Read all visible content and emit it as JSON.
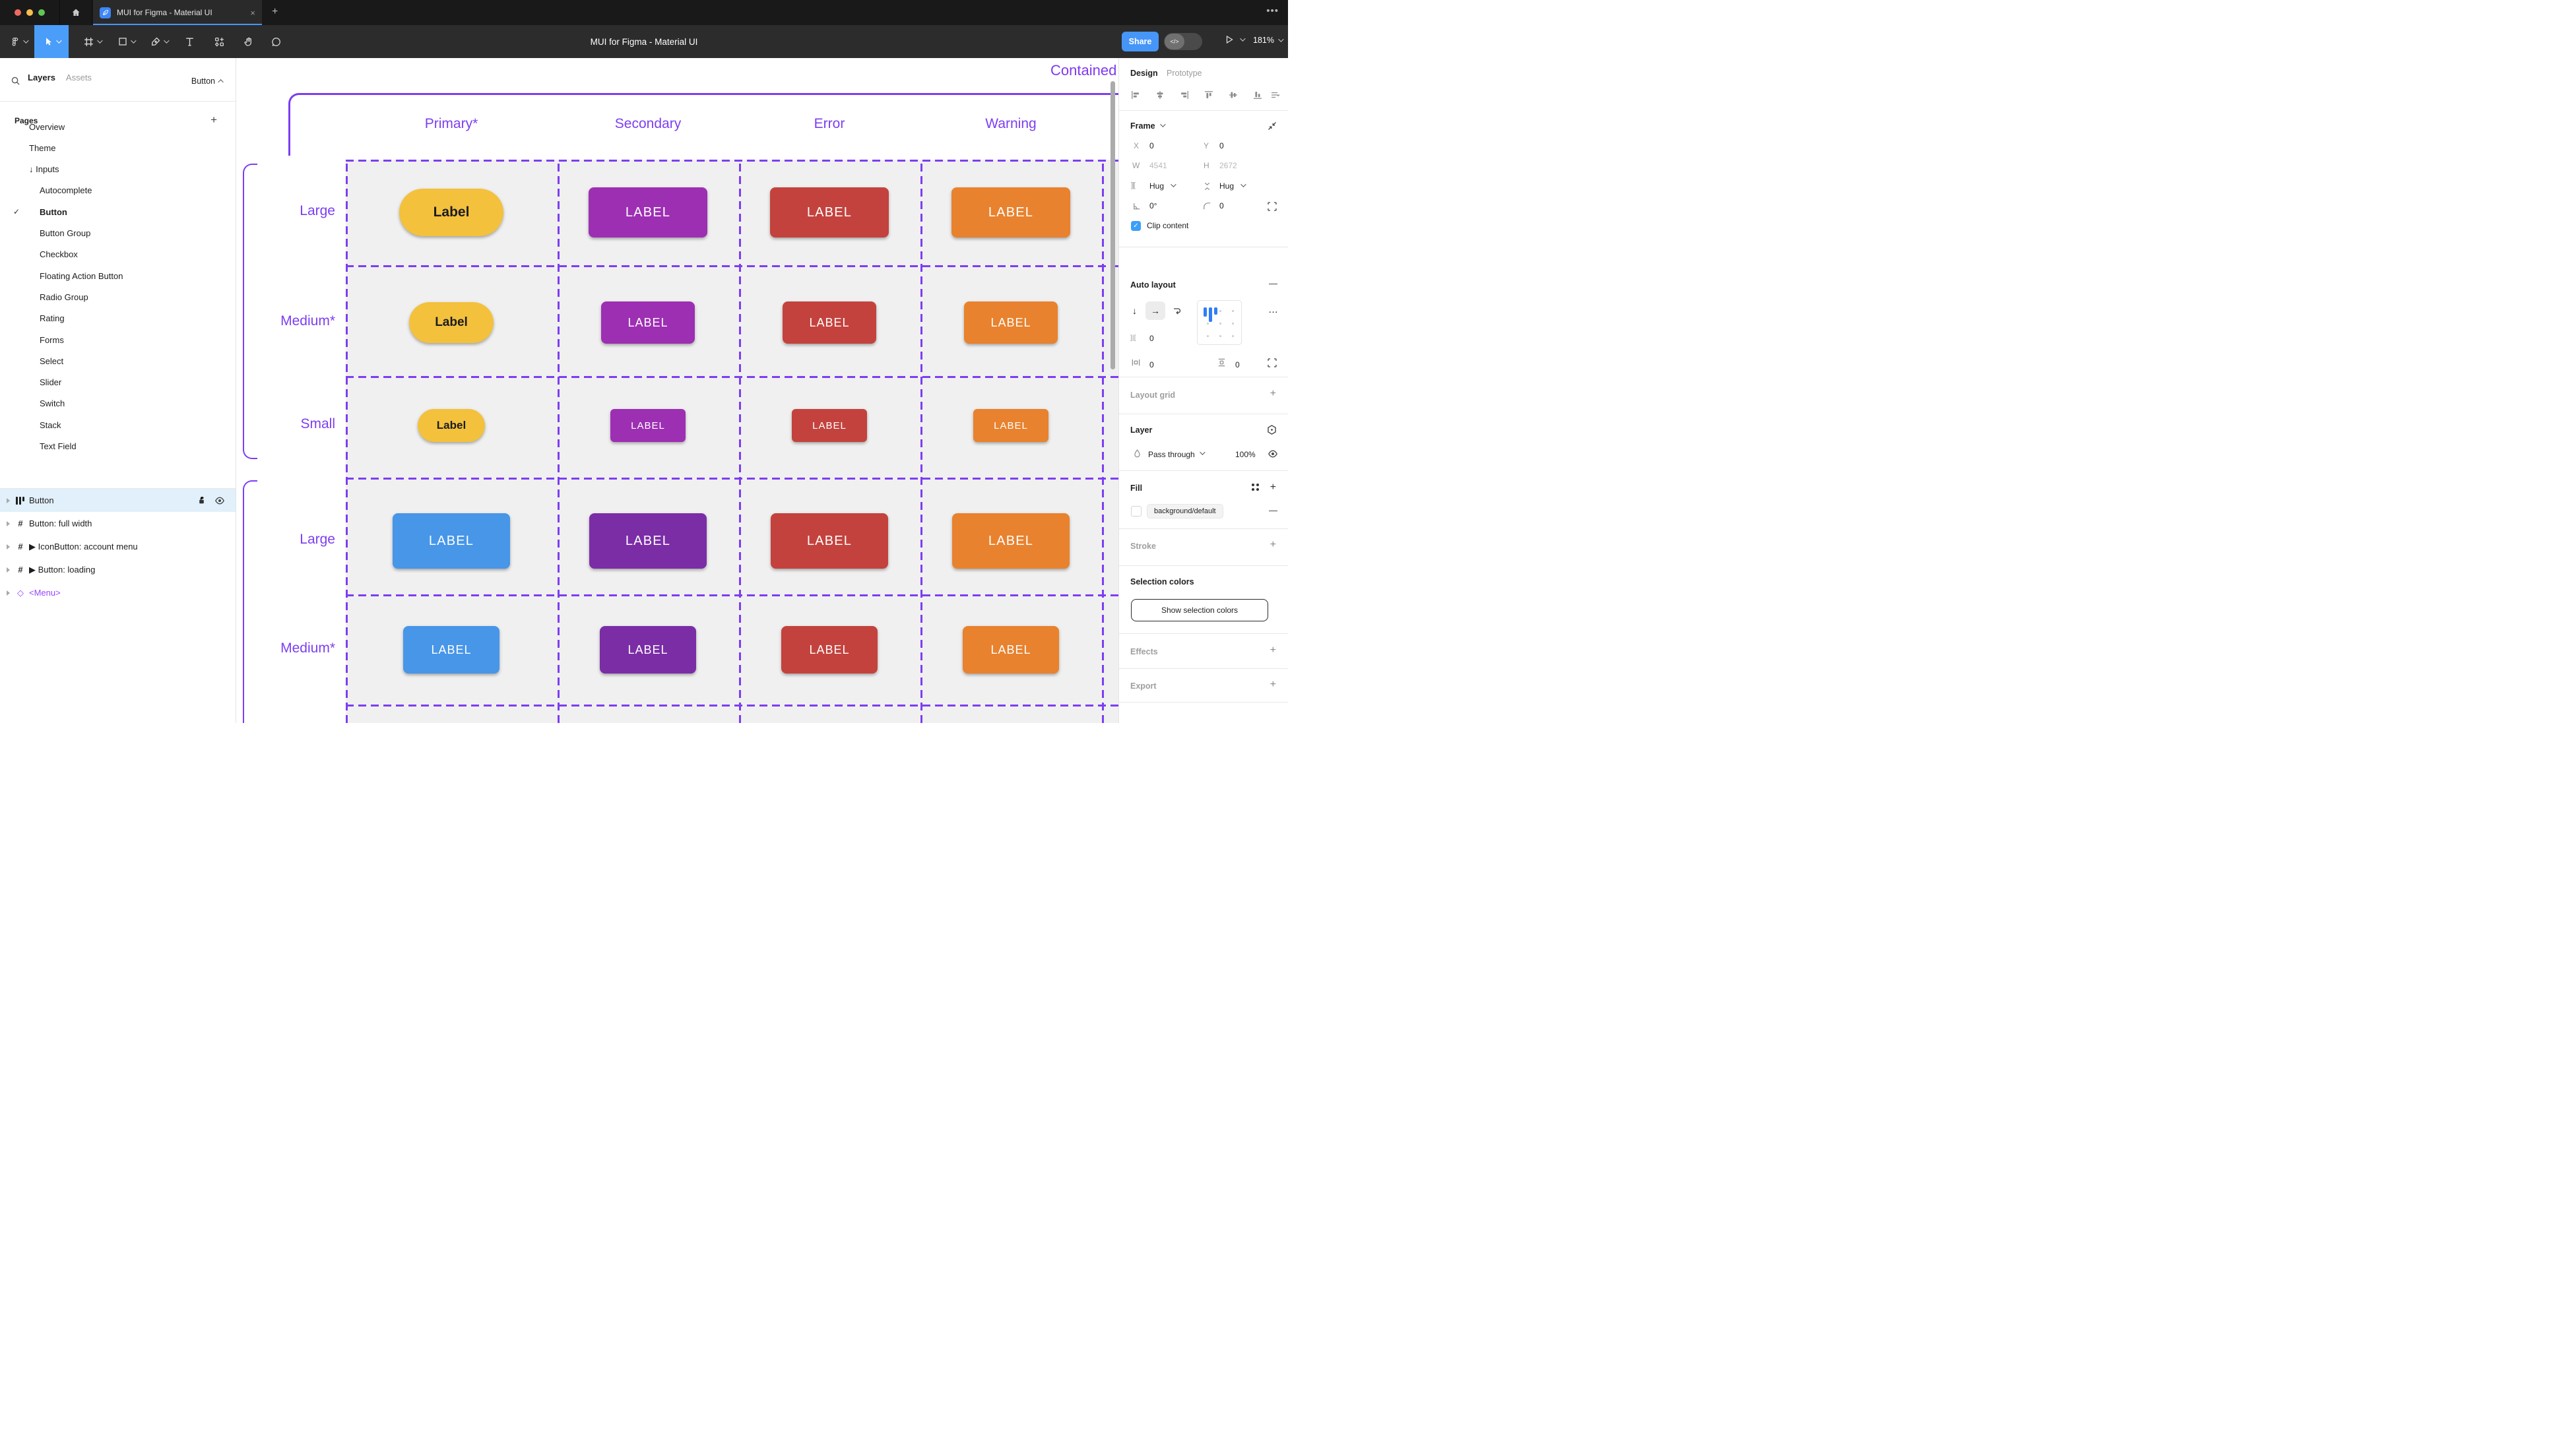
{
  "window": {
    "tab_title": "MUI for Figma - Material UI",
    "close_label": "×",
    "new_tab_label": "+",
    "more_label": "•••"
  },
  "toolbar": {
    "doc_title": "MUI for Figma - Material UI",
    "share_label": "Share",
    "dev_toggle_label": "</>",
    "zoom_level": "181%"
  },
  "left_panel": {
    "tabs": {
      "layers": "Layers",
      "assets": "Assets"
    },
    "page_selector": "Button",
    "pages_header": "Pages",
    "pages_add": "+",
    "pages": [
      {
        "label": "Overview",
        "level": 1
      },
      {
        "label": "Theme",
        "level": 1
      },
      {
        "label": "Inputs",
        "level": 1,
        "prefix": "↓"
      },
      {
        "label": "Autocomplete",
        "level": 2
      },
      {
        "label": "Button",
        "level": 2,
        "checked": true,
        "bold": true
      },
      {
        "label": "Button Group",
        "level": 2
      },
      {
        "label": "Checkbox",
        "level": 2
      },
      {
        "label": "Floating Action Button",
        "level": 2
      },
      {
        "label": "Radio Group",
        "level": 2
      },
      {
        "label": "Rating",
        "level": 2
      },
      {
        "label": "Forms",
        "level": 2
      },
      {
        "label": "Select",
        "level": 2
      },
      {
        "label": "Slider",
        "level": 2
      },
      {
        "label": "Switch",
        "level": 2
      },
      {
        "label": "Stack",
        "level": 2
      },
      {
        "label": "Text Field",
        "level": 2
      }
    ],
    "layers": [
      {
        "label": "Button",
        "icon": "autolayout",
        "selected": true
      },
      {
        "label": "Button: full width",
        "icon": "frame"
      },
      {
        "label": "IconButton: account menu",
        "icon": "frame",
        "marker": true
      },
      {
        "label": "Button: loading",
        "icon": "frame",
        "marker": true
      },
      {
        "label": "<Menu>",
        "icon": "diamond",
        "purple": true
      }
    ],
    "check_glyph": "✓"
  },
  "canvas": {
    "frame_title": "Contained",
    "grid": {
      "columns": [
        "Primary*",
        "Secondary",
        "Error",
        "Warning"
      ],
      "rows": [
        {
          "label": "Large",
          "buttons": [
            {
              "text": "Label",
              "bg": "#F3C13C",
              "fg": "#1B1C1E",
              "w": 158,
              "h": 72,
              "r": 36,
              "fs": 21,
              "fw": 700,
              "ls": 0
            },
            {
              "text": "LABEL",
              "bg": "#9D2FB3",
              "fg": "#FFFFFF",
              "w": 180,
              "h": 76,
              "r": 8,
              "fs": 20,
              "fw": 500,
              "ls": 1.2
            },
            {
              "text": "LABEL",
              "bg": "#C4423D",
              "fg": "#FFFFFF",
              "w": 180,
              "h": 76,
              "r": 8,
              "fs": 20,
              "fw": 500,
              "ls": 1.2
            },
            {
              "text": "LABEL",
              "bg": "#E8822E",
              "fg": "#FFFFFF",
              "w": 180,
              "h": 76,
              "r": 8,
              "fs": 20,
              "fw": 500,
              "ls": 1.2
            }
          ]
        },
        {
          "label": "Medium*",
          "buttons": [
            {
              "text": "Label",
              "bg": "#F3C13C",
              "fg": "#1B1C1E",
              "w": 128,
              "h": 62,
              "r": 31,
              "fs": 19,
              "fw": 700,
              "ls": 0
            },
            {
              "text": "LABEL",
              "bg": "#9D2FB3",
              "fg": "#FFFFFF",
              "w": 142,
              "h": 64,
              "r": 8,
              "fs": 18,
              "fw": 500,
              "ls": 1
            },
            {
              "text": "LABEL",
              "bg": "#C4423D",
              "fg": "#FFFFFF",
              "w": 142,
              "h": 64,
              "r": 8,
              "fs": 18,
              "fw": 500,
              "ls": 1
            },
            {
              "text": "LABEL",
              "bg": "#E8822E",
              "fg": "#FFFFFF",
              "w": 142,
              "h": 64,
              "r": 8,
              "fs": 18,
              "fw": 500,
              "ls": 1
            }
          ]
        },
        {
          "label": "Small",
          "buttons": [
            {
              "text": "Label",
              "bg": "#F3C13C",
              "fg": "#1B1C1E",
              "w": 102,
              "h": 50,
              "r": 25,
              "fs": 17,
              "fw": 700,
              "ls": 0
            },
            {
              "text": "LABEL",
              "bg": "#9D2FB3",
              "fg": "#FFFFFF",
              "w": 114,
              "h": 50,
              "r": 6,
              "fs": 15,
              "fw": 500,
              "ls": 1
            },
            {
              "text": "LABEL",
              "bg": "#C4423D",
              "fg": "#FFFFFF",
              "w": 114,
              "h": 50,
              "r": 6,
              "fs": 15,
              "fw": 500,
              "ls": 1
            },
            {
              "text": "LABEL",
              "bg": "#E8822E",
              "fg": "#FFFFFF",
              "w": 114,
              "h": 50,
              "r": 6,
              "fs": 15,
              "fw": 500,
              "ls": 1
            }
          ]
        },
        {
          "label": "Large",
          "buttons": [
            {
              "text": "LABEL",
              "bg": "#4796E8",
              "fg": "#FFFFFF",
              "w": 178,
              "h": 84,
              "r": 8,
              "fs": 20,
              "fw": 500,
              "ls": 1.2
            },
            {
              "text": "LABEL",
              "bg": "#7B2DA6",
              "fg": "#FFFFFF",
              "w": 178,
              "h": 84,
              "r": 8,
              "fs": 20,
              "fw": 500,
              "ls": 1.2
            },
            {
              "text": "LABEL",
              "bg": "#C4423D",
              "fg": "#FFFFFF",
              "w": 178,
              "h": 84,
              "r": 8,
              "fs": 20,
              "fw": 500,
              "ls": 1.2
            },
            {
              "text": "LABEL",
              "bg": "#E8822E",
              "fg": "#FFFFFF",
              "w": 178,
              "h": 84,
              "r": 8,
              "fs": 20,
              "fw": 500,
              "ls": 1.2
            }
          ]
        },
        {
          "label": "Medium*",
          "buttons": [
            {
              "text": "LABEL",
              "bg": "#4796E8",
              "fg": "#FFFFFF",
              "w": 146,
              "h": 72,
              "r": 8,
              "fs": 18,
              "fw": 500,
              "ls": 1
            },
            {
              "text": "LABEL",
              "bg": "#7B2DA6",
              "fg": "#FFFFFF",
              "w": 146,
              "h": 72,
              "r": 8,
              "fs": 18,
              "fw": 500,
              "ls": 1
            },
            {
              "text": "LABEL",
              "bg": "#C4423D",
              "fg": "#FFFFFF",
              "w": 146,
              "h": 72,
              "r": 8,
              "fs": 18,
              "fw": 500,
              "ls": 1
            },
            {
              "text": "LABEL",
              "bg": "#E8822E",
              "fg": "#FFFFFF",
              "w": 146,
              "h": 72,
              "r": 8,
              "fs": 18,
              "fw": 500,
              "ls": 1
            }
          ]
        }
      ]
    },
    "accent_purple": "#7C3EF2"
  },
  "right_panel": {
    "tabs": {
      "design": "Design",
      "prototype": "Prototype"
    },
    "frame": {
      "title": "Frame",
      "x_label": "X",
      "x_value": "0",
      "y_label": "Y",
      "y_value": "0",
      "w_label": "W",
      "w_value": "4541",
      "h_label": "H",
      "h_value": "2672",
      "hug_h": "Hug",
      "hug_v": "Hug",
      "rotation": "0°",
      "radius": "0",
      "clip_label": "Clip content"
    },
    "auto_layout": {
      "title": "Auto layout",
      "direction_down": "↓",
      "direction_right": "→",
      "wrap": "↩",
      "gap_value": "0",
      "pad_h_value": "0",
      "pad_v_value": "0",
      "more": "…",
      "remove": "—"
    },
    "layout_grid": {
      "title": "Layout grid",
      "add": "+"
    },
    "layer": {
      "title": "Layer",
      "blend_mode": "Pass through",
      "opacity": "100%"
    },
    "fill": {
      "title": "Fill",
      "token": "background/default",
      "remove": "—",
      "add": "+"
    },
    "stroke": {
      "title": "Stroke",
      "add": "+"
    },
    "selection_colors": {
      "title": "Selection colors",
      "button_label": "Show selection colors"
    },
    "effects": {
      "title": "Effects",
      "add": "+"
    },
    "export": {
      "title": "Export",
      "add": "+"
    },
    "gap_icon": "]|[",
    "hug_icon": "><"
  },
  "colors": {
    "figma_blue": "#4796F7",
    "selected_tool": "#4A9DF8",
    "traffic": [
      "#EE6A5F",
      "#F5BE4F",
      "#62C554"
    ],
    "canvas_cell": "#F0F0F0",
    "dashed_line": "#7C3EF2",
    "selected_row_bg": "#E1F0FB",
    "component_purple": "#9747FF"
  }
}
